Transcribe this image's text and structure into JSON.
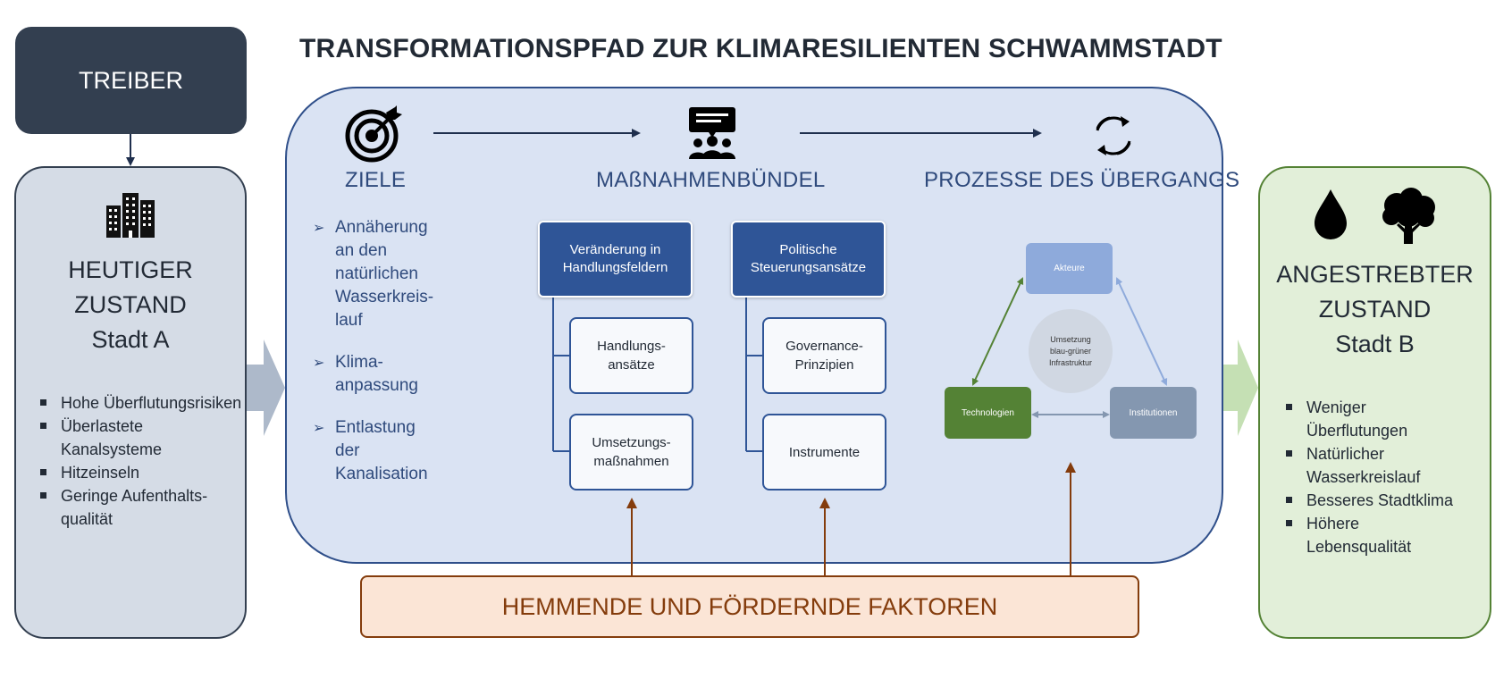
{
  "title": "TRANSFORMATIONSPFAD ZUR KLIMARESILIENTEN SCHWAMMSTADT",
  "treiber": "TREIBER",
  "left_state": {
    "icon": "city-buildings-icon",
    "title_lines": [
      "HEUTIGER",
      "ZUSTAND",
      "Stadt A"
    ],
    "bullets": [
      "Hohe Überflutungsrisiken",
      "Überlastete Kanalsysteme",
      "Hitzeinseln",
      "Geringe Aufenthalts-qualität"
    ]
  },
  "right_state": {
    "icons": [
      "water-drop-icon",
      "tree-icon"
    ],
    "title_lines": [
      "ANGESTREBTER",
      "ZUSTAND",
      "Stadt B"
    ],
    "bullets": [
      "Weniger Überflutungen",
      "Natürlicher Wasserkreislauf",
      "Besseres Stadtklima",
      "Höhere Lebensqualität"
    ]
  },
  "columns": {
    "ziele": {
      "icon": "target-icon",
      "label": "ZIELE",
      "items": [
        [
          "Annäherung",
          "an den",
          "natürlichen",
          "Wasserkreis-",
          "lauf"
        ],
        [
          "Klima-",
          "anpassung"
        ],
        [
          "Entlastung",
          "der",
          "Kanalisation"
        ]
      ]
    },
    "massnahmen": {
      "icon": "group-presentation-icon",
      "label": "MAßNAHMENBÜNDEL",
      "groups": [
        {
          "head_lines": [
            "Veränderung in",
            "Handlungsfeldern"
          ],
          "subs": [
            [
              "Handlungs-",
              "ansätze"
            ],
            [
              "Umsetzungs-",
              "maßnahmen"
            ]
          ]
        },
        {
          "head_lines": [
            "Politische",
            "Steuerungsansätze"
          ],
          "subs": [
            [
              "Governance-",
              "Prinzipien"
            ],
            [
              "Instrumente"
            ]
          ]
        }
      ]
    },
    "prozesse": {
      "icon": "cycle-arrows-icon",
      "label": "PROZESSE DES ÜBERGANGS",
      "nodes": {
        "akteure": "Akteure",
        "technologien": "Technologien",
        "institutionen": "Institutionen"
      },
      "center_lines": [
        "Umsetzung",
        "blau-grüner",
        "Infrastruktur"
      ]
    }
  },
  "factors": "HEMMENDE UND FÖRDERNDE FAKTOREN",
  "colors": {
    "dark_navy": "#333f50",
    "main_fill": "#dae3f3",
    "blue_box": "#2f5597",
    "green_node": "#548235",
    "light_blue_node": "#8eaadb",
    "grey_node": "#8497b0",
    "factor_brown": "#843c0c",
    "factor_fill": "#fbe5d6",
    "green_fill": "#e2efd9"
  }
}
